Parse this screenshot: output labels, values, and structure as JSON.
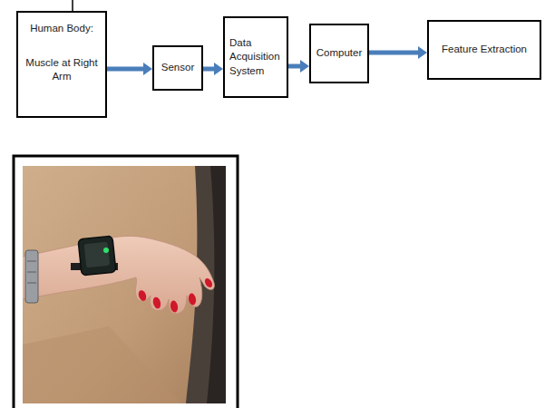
{
  "diagram": {
    "nodes": [
      {
        "text": [
          "Human Body:",
          "Muscle at Right Arm"
        ]
      },
      {
        "text": [
          "Sensor"
        ]
      },
      {
        "text": [
          "Data Acquisition System"
        ]
      },
      {
        "text": [
          "Computer"
        ]
      },
      {
        "text": [
          "Feature Extraction"
        ]
      }
    ],
    "edges": [
      {
        "from": 0,
        "to": 1,
        "arrow": "to"
      },
      {
        "from": 1,
        "to": 2,
        "arrow": "to"
      },
      {
        "from": 2,
        "to": 3,
        "arrow": "to"
      },
      {
        "from": 3,
        "to": 4,
        "arrow": "to"
      }
    ]
  }
}
